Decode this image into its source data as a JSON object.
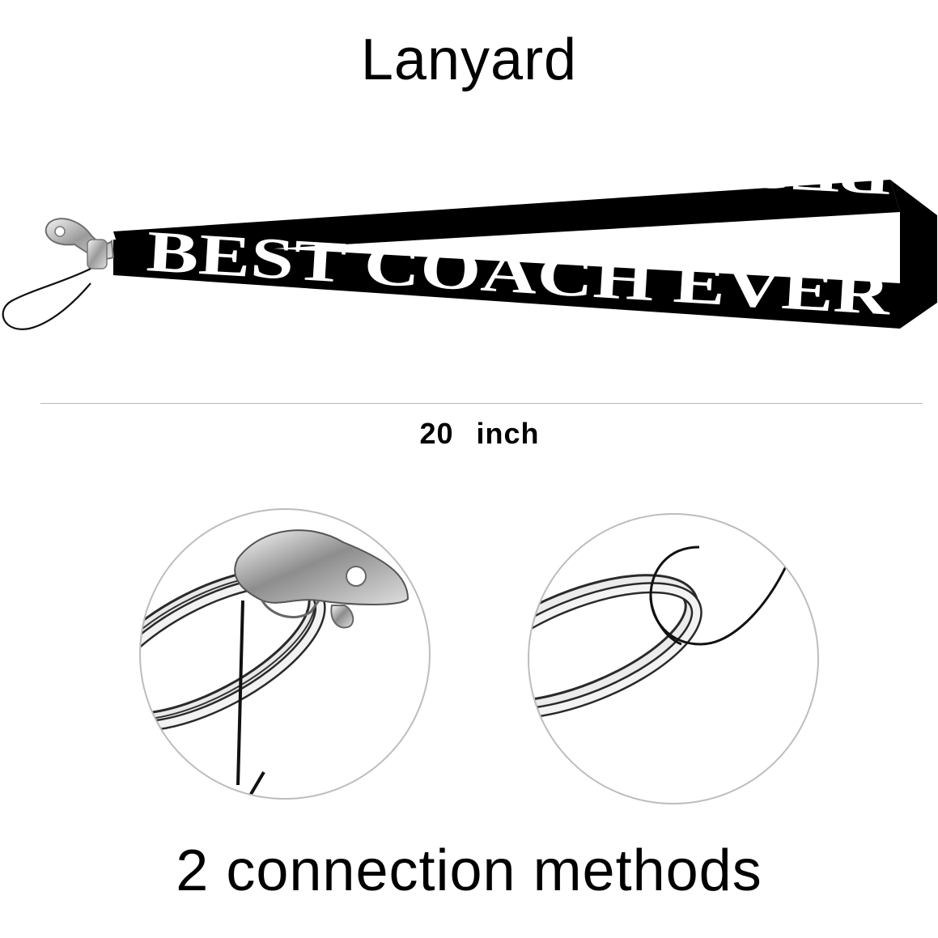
{
  "title": "Lanyard",
  "strap": {
    "print_text": "BEST COACH EVER",
    "colors": {
      "strap": "#000000",
      "print": "#ffffff",
      "metal": "#c9c9c9"
    }
  },
  "measurement": {
    "value": "20",
    "unit": "inch"
  },
  "details": [
    {
      "icon": "lobster-clasp-keyring-icon"
    },
    {
      "icon": "cord-loop-keyring-icon"
    }
  ],
  "footer": "2 connection methods"
}
